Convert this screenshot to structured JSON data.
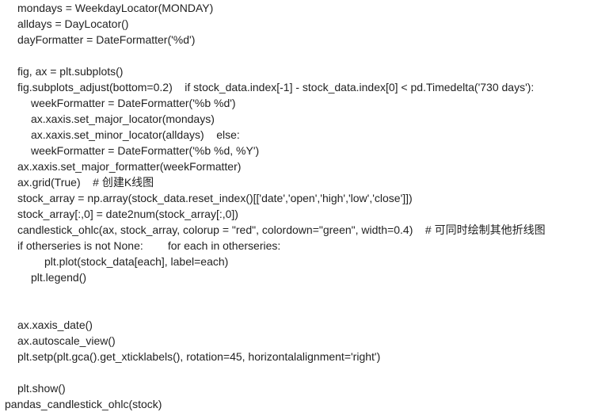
{
  "document": {
    "lines": [
      "mondays = WeekdayLocator(MONDAY)",
      "alldays = DayLocator()",
      "dayFormatter = DateFormatter('%d')",
      "",
      "fig, ax = plt.subplots()",
      "fig.subplots_adjust(bottom=0.2)    if stock_data.index[-1] - stock_data.index[0] < pd.Timedelta('730 days'):",
      "weekFormatter = DateFormatter('%b %d')",
      "ax.xaxis.set_major_locator(mondays)",
      "ax.xaxis.set_minor_locator(alldays)    else:",
      "weekFormatter = DateFormatter('%b %d, %Y')",
      "ax.xaxis.set_major_formatter(weekFormatter)",
      "ax.grid(True)    # 创建K线图",
      "stock_array = np.array(stock_data.reset_index()[['date','open','high','low','close']])",
      "stock_array[:,0] = date2num(stock_array[:,0])",
      "candlestick_ohlc(ax, stock_array, colorup = \"red\", colordown=\"green\", width=0.4)    # 可同时绘制其他折线图",
      "if otherseries is not None:        for each in otherseries:",
      "plt.plot(stock_data[each], label=each)",
      "plt.legend()",
      "",
      "",
      "ax.xaxis_date()",
      "ax.autoscale_view()",
      "plt.setp(plt.gca().get_xticklabels(), rotation=45, horizontalalignment='right')",
      "",
      "plt.show()",
      "pandas_candlestick_ohlc(stock)"
    ]
  }
}
